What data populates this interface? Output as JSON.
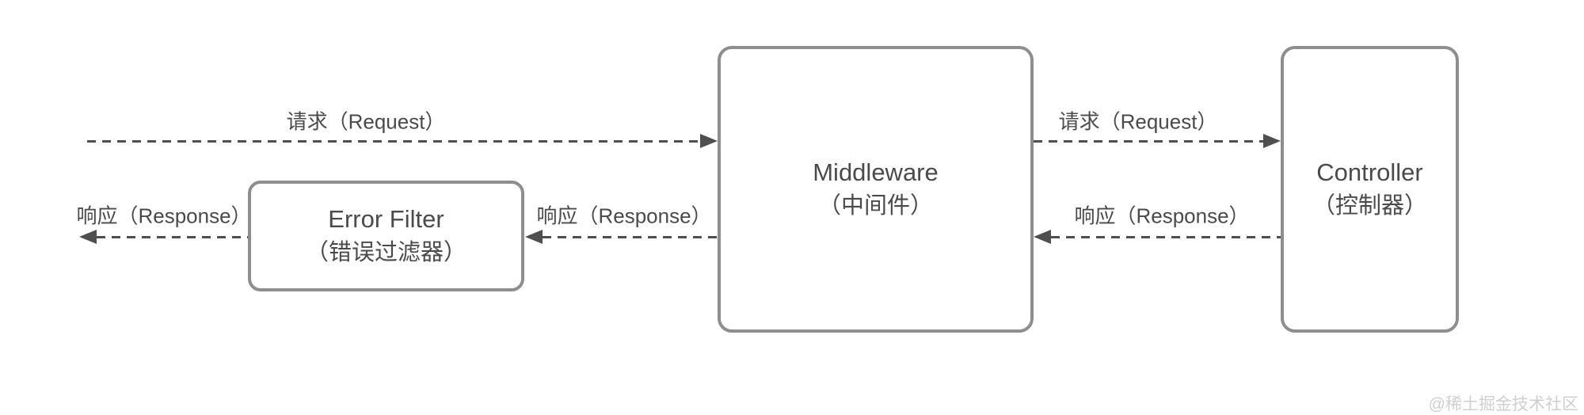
{
  "nodes": {
    "middleware": {
      "title": "Middleware",
      "subtitle": "（中间件）"
    },
    "controller": {
      "title": "Controller",
      "subtitle": "（控制器）"
    },
    "error_filter": {
      "title": "Error Filter",
      "subtitle": "（错误过滤器）"
    }
  },
  "edges": {
    "request_left": {
      "label": "请求（Request）",
      "direction": "right"
    },
    "request_right": {
      "label": "请求（Request）",
      "direction": "right"
    },
    "response_left": {
      "label": "响应（Response）",
      "direction": "left"
    },
    "response_middle": {
      "label": "响应（Response）",
      "direction": "left"
    },
    "response_right": {
      "label": "响应（Response）",
      "direction": "left"
    }
  },
  "colors": {
    "node_border": "#8e8e8e",
    "line": "#4f4f4f",
    "text": "#4a4a4a",
    "watermark": "#cfcfcf",
    "background": "#ffffff"
  },
  "watermark": "@稀土掘金技术社区"
}
